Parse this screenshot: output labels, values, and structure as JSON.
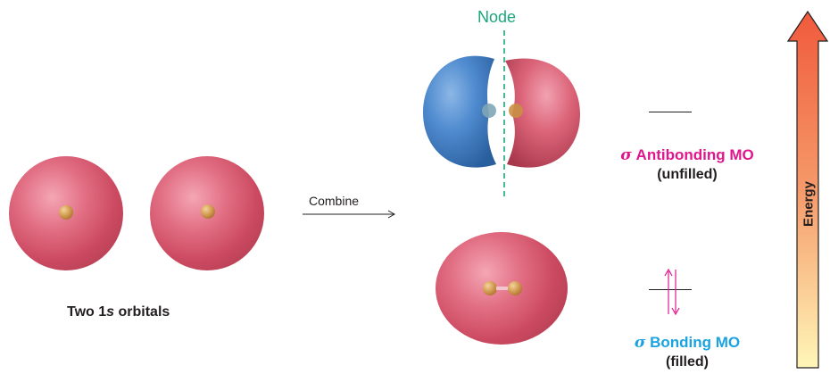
{
  "left": {
    "caption_prefix": "Two 1",
    "caption_italic": "s",
    "caption_suffix": " orbitals"
  },
  "combine_label": "Combine",
  "node_label": "Node",
  "antibonding": {
    "sigma": "σ",
    "title": " Antibonding MO",
    "status": "(unfilled)",
    "title_color": "#e0168c"
  },
  "bonding": {
    "sigma": "σ",
    "title": " Bonding MO",
    "status": "(filled)",
    "title_color": "#1aa3e0"
  },
  "energy_axis": {
    "label": "Energy",
    "gradient_top": "#f05a3c",
    "gradient_bottom": "#fff6b8"
  },
  "colors": {
    "node_line": "#1aa67a",
    "electron_arrows": "#e0168c",
    "lobe_positive": "#d95a70",
    "lobe_negative": "#3e7fc4"
  }
}
